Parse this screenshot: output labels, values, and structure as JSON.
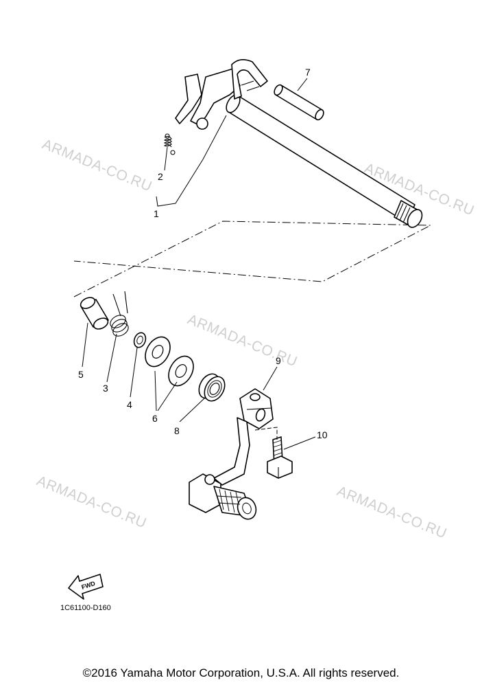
{
  "watermarks": [
    "ARMADA-CO.RU",
    "ARMADA-CO.RU",
    "ARMADA-CO.RU",
    "ARMADA-CO.RU",
    "ARMADA-CO.RU"
  ],
  "callouts": {
    "shift_shaft_assy": "1",
    "spring": "2",
    "torsion_spring": "3",
    "circlip": "4",
    "collar": "5",
    "washer": "6",
    "roller": "7",
    "oil_seal": "8",
    "shift_pedal": "9",
    "bolt": "10"
  },
  "direction_marker": "FWD",
  "diagram_code": "1C61100-D160",
  "copyright": "©2016 Yamaha Motor Corporation, U.S.A. All rights reserved."
}
